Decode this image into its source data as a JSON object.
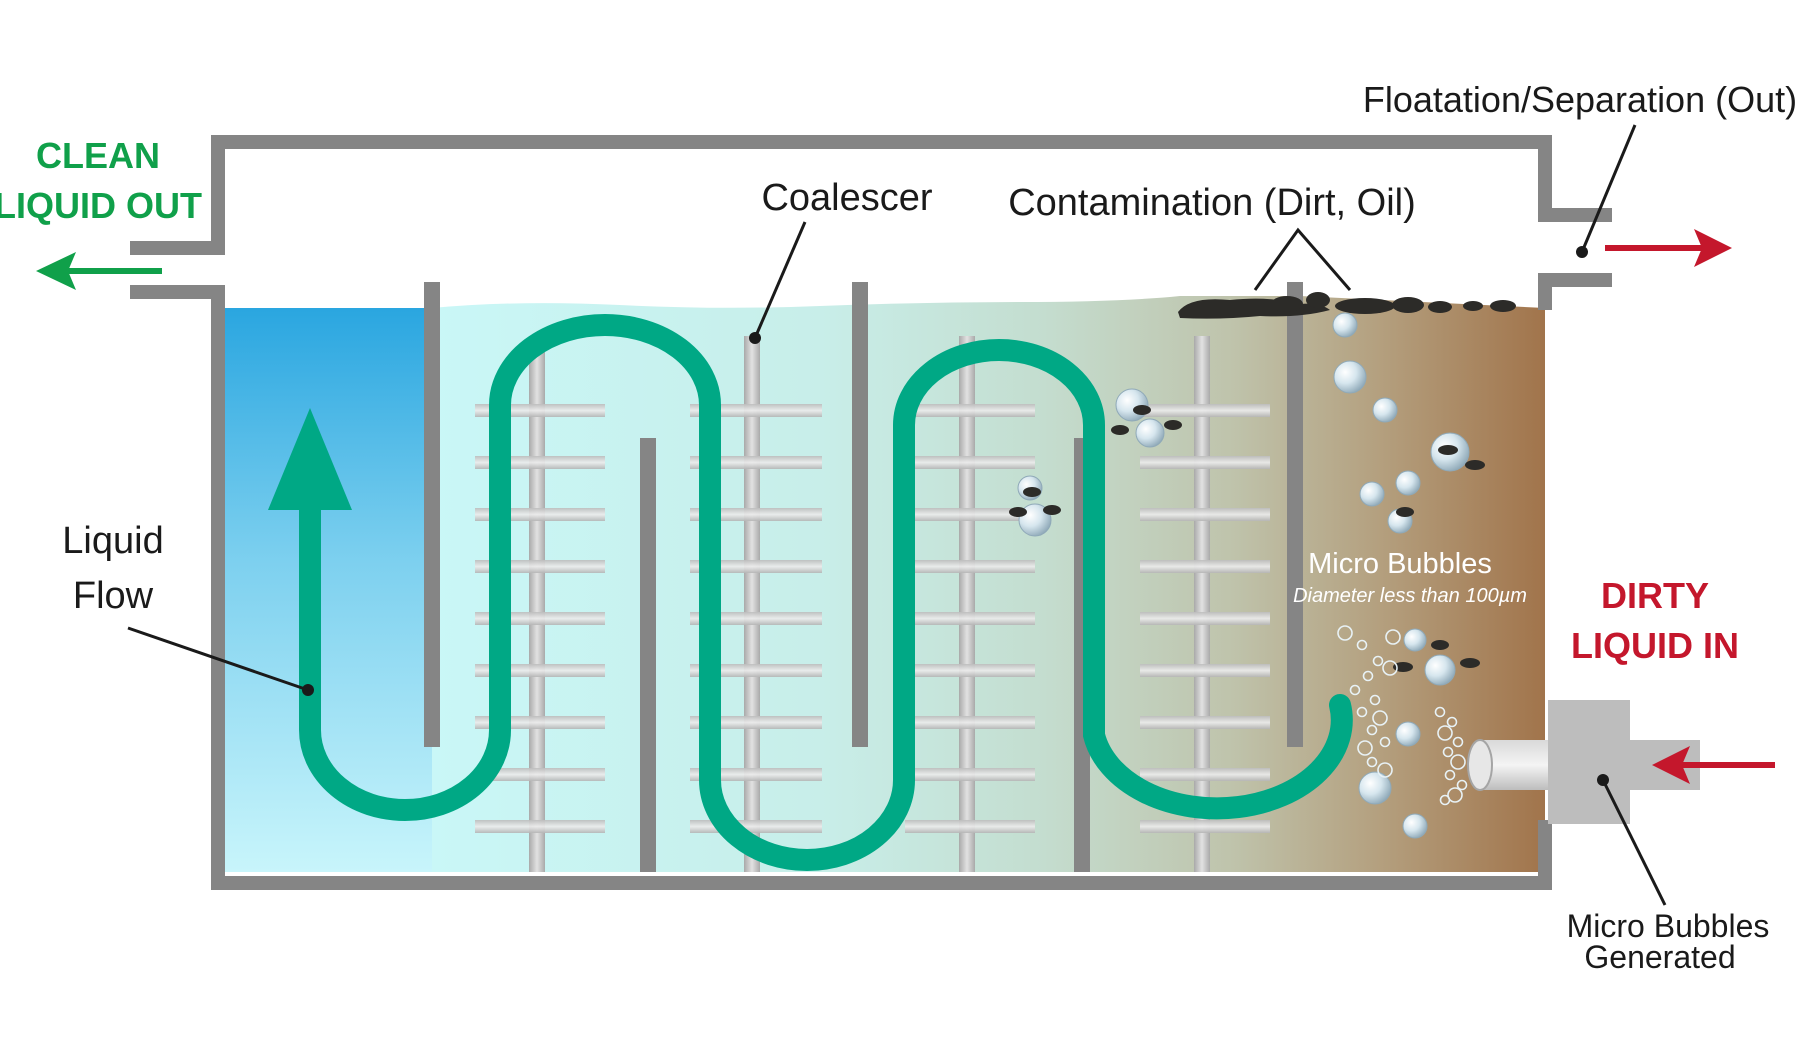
{
  "labels": {
    "clean_out_line1": "CLEAN",
    "clean_out_line2": "LIQUID OUT",
    "dirty_in_line1": "DIRTY",
    "dirty_in_line2": "LIQUID IN",
    "coalescer": "Coalescer",
    "contamination": "Contamination (Dirt, Oil)",
    "floatation": "Floatation/Separation (Out)",
    "liquid_flow_line1": "Liquid",
    "liquid_flow_line2": "Flow",
    "micro_bubbles": "Micro Bubbles",
    "micro_bubbles_note": "Diameter less than 100µm",
    "generated_line1": "Micro Bubbles",
    "generated_line2": "Generated"
  },
  "colors": {
    "clean_green": "#10a04a",
    "dirty_red": "#c4172c",
    "flow_teal": "#00a885",
    "tank_gray": "#858585",
    "clean_water": "#2da8e2",
    "dirty_water": "#a07448",
    "oil": "#2c2b28",
    "label_dark": "#1a1a1a"
  }
}
